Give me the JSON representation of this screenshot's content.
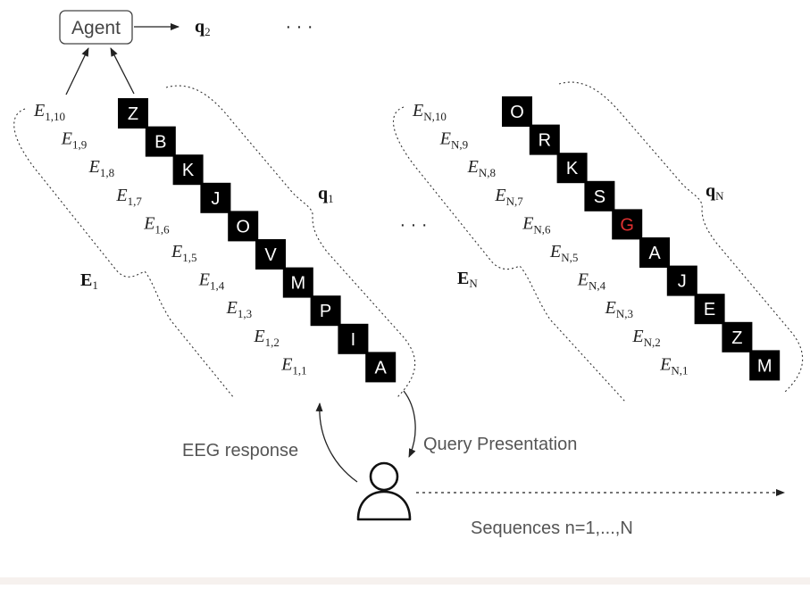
{
  "agent": {
    "label": "Agent"
  },
  "ellipsis": "· · ·",
  "sequences": [
    {
      "letters": [
        "Z",
        "B",
        "K",
        "J",
        "O",
        "V",
        "M",
        "P",
        "I",
        "A"
      ],
      "highlight_index": null,
      "query": {
        "symbol": "q",
        "sub": "1"
      },
      "epochs_set": {
        "symbol": "E",
        "sub": "1"
      },
      "epoch_labels": [
        {
          "symbol": "E",
          "sub": "1,10"
        },
        {
          "symbol": "E",
          "sub": "1,9"
        },
        {
          "symbol": "E",
          "sub": "1,8"
        },
        {
          "symbol": "E",
          "sub": "1,7"
        },
        {
          "symbol": "E",
          "sub": "1,6"
        },
        {
          "symbol": "E",
          "sub": "1,5"
        },
        {
          "symbol": "E",
          "sub": "1,4"
        },
        {
          "symbol": "E",
          "sub": "1,3"
        },
        {
          "symbol": "E",
          "sub": "1,2"
        },
        {
          "symbol": "E",
          "sub": "1,1"
        }
      ]
    },
    {
      "letters": [
        "O",
        "R",
        "K",
        "S",
        "G",
        "A",
        "J",
        "E",
        "Z",
        "M"
      ],
      "highlight_index": 4,
      "query": {
        "symbol": "q",
        "sub": "N"
      },
      "epochs_set": {
        "symbol": "E",
        "sub": "N"
      },
      "epoch_labels": [
        {
          "symbol": "E",
          "sub": "N,10"
        },
        {
          "symbol": "E",
          "sub": "N,9"
        },
        {
          "symbol": "E",
          "sub": "N,8"
        },
        {
          "symbol": "E",
          "sub": "N,7"
        },
        {
          "symbol": "E",
          "sub": "N,6"
        },
        {
          "symbol": "E",
          "sub": "N,5"
        },
        {
          "symbol": "E",
          "sub": "N,4"
        },
        {
          "symbol": "E",
          "sub": "N,3"
        },
        {
          "symbol": "E",
          "sub": "N,2"
        },
        {
          "symbol": "E",
          "sub": "N,1"
        }
      ]
    }
  ],
  "agent_output": {
    "symbol": "q",
    "sub": "2"
  },
  "labels": {
    "eeg_response": "EEG response",
    "query_presentation": "Query Presentation",
    "sequences": "Sequences n=1,...,N"
  },
  "colors": {
    "tile_bg": "#000000",
    "tile_text": "#ffffff",
    "highlight_text": "#e03030",
    "line": "#222222"
  }
}
